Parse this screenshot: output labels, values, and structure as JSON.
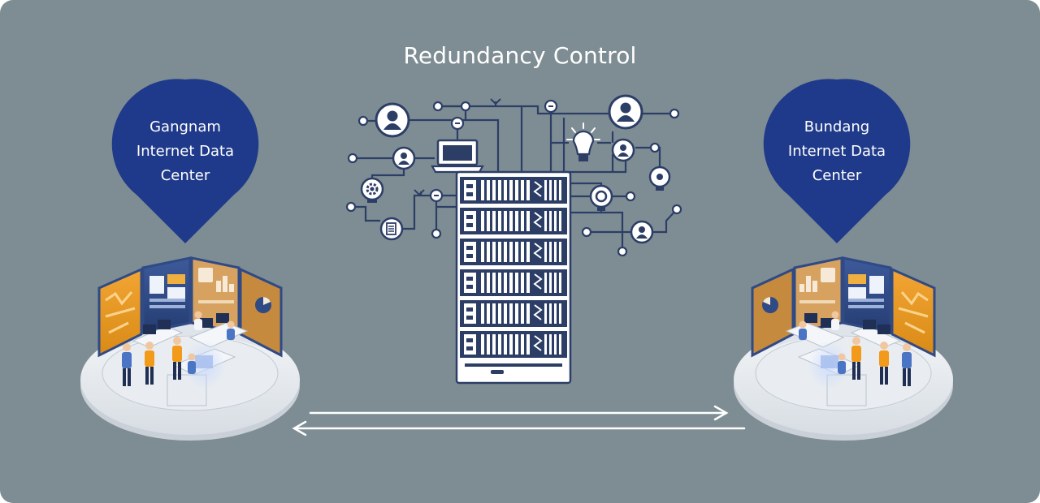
{
  "diagram": {
    "title": "Redundancy Control",
    "left_site": {
      "label_lines": [
        "Gangnam",
        "Internet Data",
        "Center"
      ]
    },
    "right_site": {
      "label_lines": [
        "Bundang",
        "Internet Data",
        "Center"
      ]
    },
    "icons": [
      "user-icon",
      "laptop-icon",
      "gear-icon",
      "document-icon",
      "lightbulb-icon",
      "search-icon",
      "server-rack-icon"
    ],
    "colors": {
      "background": "#7e8d93",
      "pin": "#1f3a8a",
      "network": "#2c3e66",
      "screen_accent": "#f0a21c"
    }
  }
}
